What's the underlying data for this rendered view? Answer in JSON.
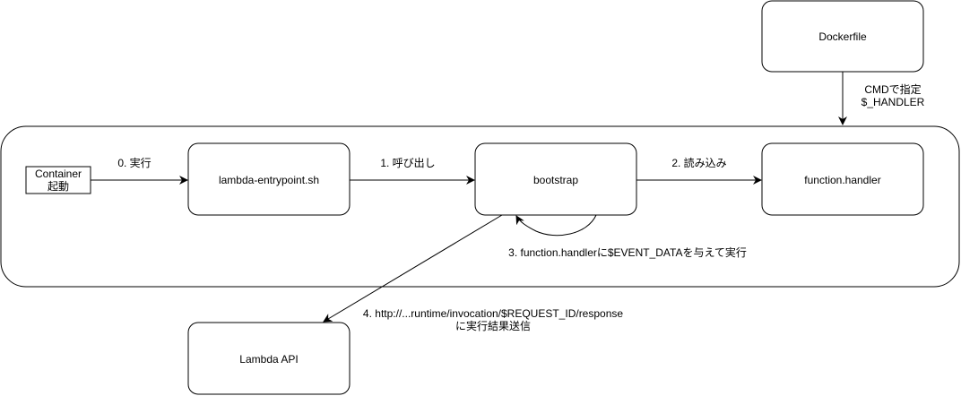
{
  "nodes": {
    "dockerfile": {
      "label": "Dockerfile"
    },
    "container": {
      "label_line1": "Container",
      "label_line2": "起動"
    },
    "entrypoint": {
      "label": "lambda-entrypoint.sh"
    },
    "bootstrap": {
      "label": "bootstrap"
    },
    "handler": {
      "label": "function.handler"
    },
    "lambda_api": {
      "label": "Lambda API"
    }
  },
  "edges": {
    "cmd": {
      "label_line1": "CMDで指定",
      "label_line2": "$_HANDLER"
    },
    "step0": {
      "label": "0. 実行"
    },
    "step1": {
      "label": "1. 呼び出し"
    },
    "step2": {
      "label": "2. 読み込み"
    },
    "step3": {
      "label": "3. function.handlerに$EVENT_DATAを与えて実行"
    },
    "step4": {
      "label_line1": "4. http://...runtime/invocation/$REQUEST_ID/response",
      "label_line2": "に実行結果送信"
    }
  }
}
